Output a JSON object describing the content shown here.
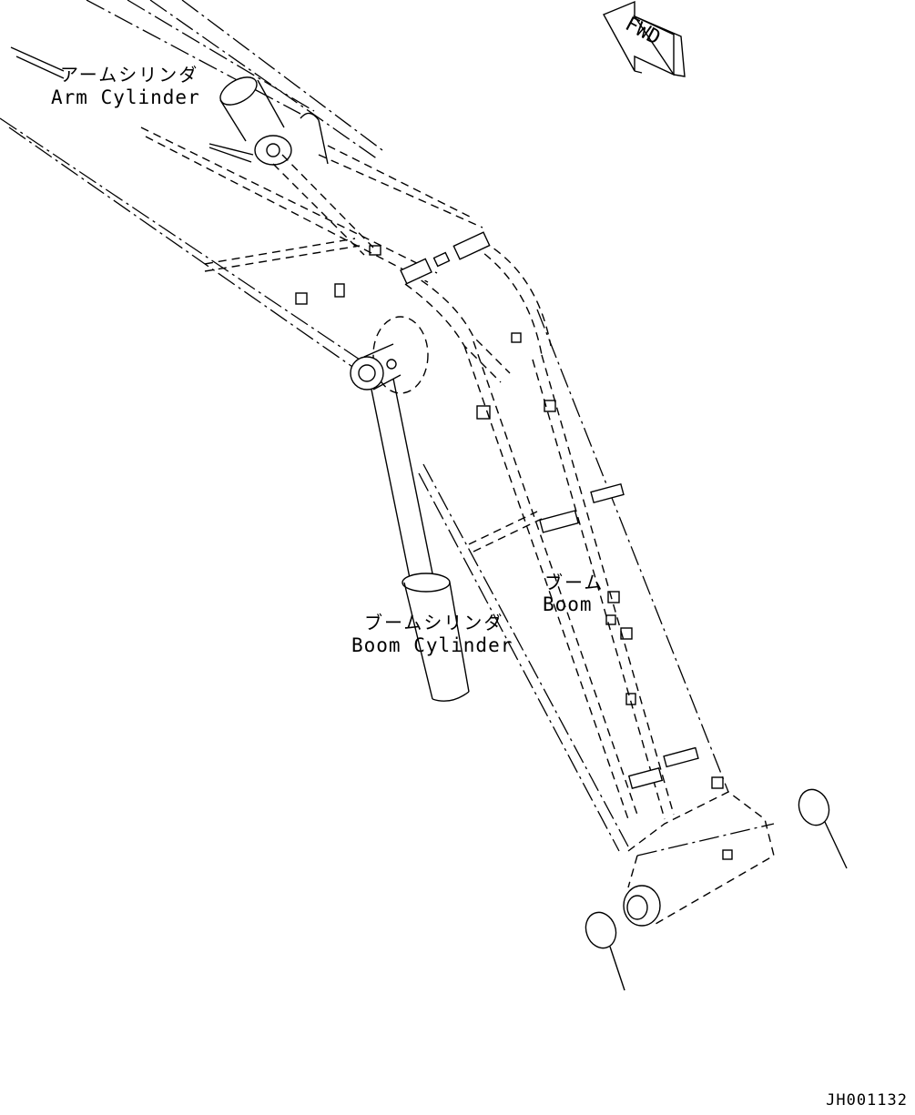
{
  "labels": {
    "arm_cylinder_jp": "アームシリンダ",
    "arm_cylinder_en": "Arm Cylinder",
    "boom_jp": "ブーム",
    "boom_en": "Boom",
    "boom_cylinder_jp": "ブームシリンダ",
    "boom_cylinder_en": "Boom Cylinder"
  },
  "direction_marker": "FWD",
  "drawing_code": "JH001132",
  "icons": {
    "direction_arrow": "fwd-arrow-icon",
    "washer": "washer-icon",
    "clip": "hose-clamp-icon"
  },
  "colors": {
    "line": "#000000",
    "background": "#ffffff"
  }
}
